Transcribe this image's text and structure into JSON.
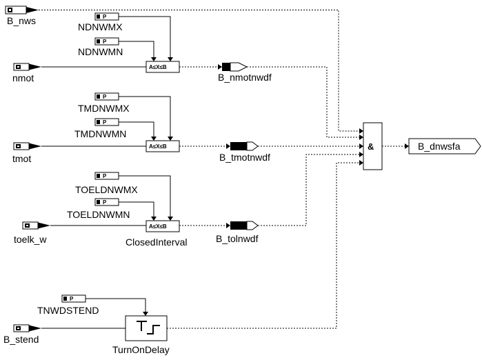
{
  "inputs": {
    "b_nws": "B_nws",
    "nmot": "nmot",
    "tmot": "tmot",
    "toelk_w": "toelk_w",
    "b_stend": "B_stend"
  },
  "parameters": {
    "ndnwmx": "NDNWMX",
    "ndnwmn": "NDNWMN",
    "tmdnwmx": "TMDNWMX",
    "tmdnwmn": "TMDNWMN",
    "toeldnwmx": "TOELDNWMX",
    "toeldnwmn": "TOELDNWMN",
    "tnwdstend": "TNWDSTEND"
  },
  "blocks": {
    "interval_symbol": "A≤X≤B",
    "closed_interval_label": "ClosedInterval",
    "and_symbol": "&",
    "turn_on_delay_label": "TurnOnDelay",
    "tag_symbol": "P"
  },
  "messages": {
    "b_nmotnwdf": "B_nmotnwdf",
    "b_tmotnwdf": "B_tmotnwdf",
    "b_tolnwdf": "B_tolnwdf"
  },
  "output": {
    "b_dnwsfa": "B_dnwsfa"
  }
}
